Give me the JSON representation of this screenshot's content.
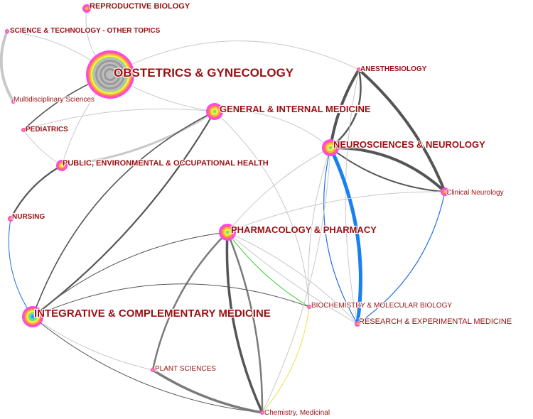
{
  "network": {
    "nodes": [
      {
        "id": "n1",
        "label": "REPRODUCTIVE BIOLOGY"
      },
      {
        "id": "n2",
        "label": "SCIENCE & TECHNOLOGY - OTHER TOPICS"
      },
      {
        "id": "n3",
        "label": "OBSTETRICS & GYNECOLOGY"
      },
      {
        "id": "n4",
        "label": "Multidisciplinary Sciences"
      },
      {
        "id": "n5",
        "label": "PEDIATRICS"
      },
      {
        "id": "n6",
        "label": "GENERAL & INTERNAL MEDICINE"
      },
      {
        "id": "n7",
        "label": "ANESTHESIOLOGY"
      },
      {
        "id": "n8",
        "label": "NEUROSCIENCES & NEUROLOGY"
      },
      {
        "id": "n9",
        "label": "PUBLIC, ENVIRONMENTAL & OCCUPATIONAL HEALTH"
      },
      {
        "id": "n10",
        "label": "Clinical Neurology"
      },
      {
        "id": "n11",
        "label": "NURSING"
      },
      {
        "id": "n12",
        "label": "PHARMACOLOGY & PHARMACY"
      },
      {
        "id": "n13",
        "label": "INTEGRATIVE & COMPLEMENTARY MEDICINE"
      },
      {
        "id": "n14",
        "label": "BIOCHEMISTRY & MOLECULAR BIOLOGY"
      },
      {
        "id": "n15",
        "label": "RESEARCH & EXPERIMENTAL MEDICINE"
      },
      {
        "id": "n16",
        "label": "PLANT SCIENCES"
      },
      {
        "id": "n17",
        "label": "Chemistry, Medicinal"
      }
    ],
    "colors": {
      "label": "#9a0f12",
      "edge_gray_dark": "#555555",
      "edge_gray_mid": "#7a7a7a",
      "edge_gray_light": "#c8c8c8",
      "edge_blue": "#1f6fe0",
      "edge_bright_blue": "#1a7ff0",
      "edge_green": "#2fcc22",
      "edge_yellow": "#e6e64a",
      "ring_spectrum": [
        "#ff40ff",
        "#ff6a6a",
        "#ffb347",
        "#f5f542",
        "#7ee06a",
        "#3fd9d9",
        "#4a7dff",
        "#7a3fff"
      ]
    }
  }
}
